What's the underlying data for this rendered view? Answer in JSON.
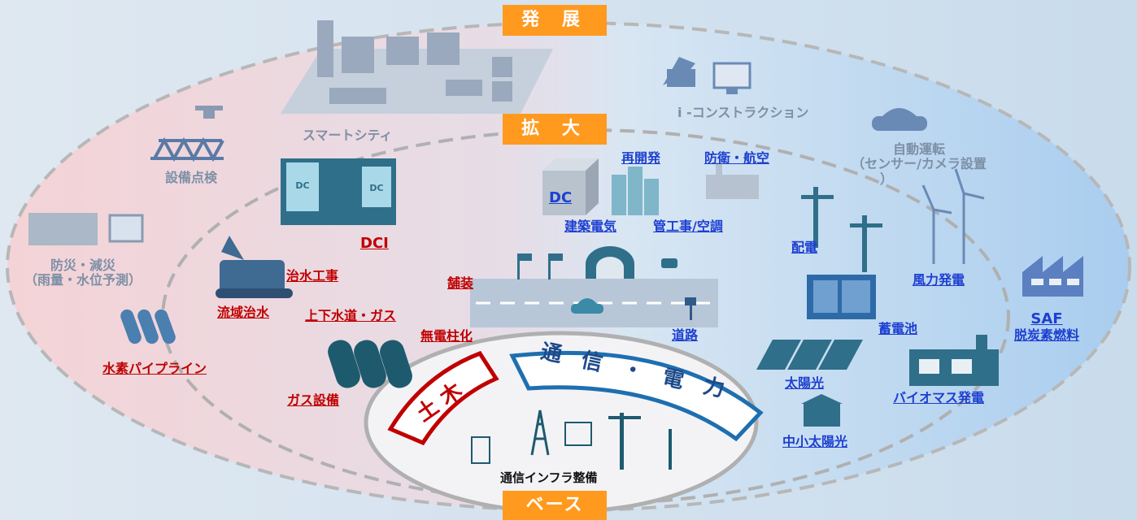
{
  "tiers": {
    "expand": "発 展",
    "extend": "拡 大",
    "base": "ベース"
  },
  "arcs": {
    "civil": "土 木",
    "telecom": "通 信 ・ 電 力"
  },
  "labels": {
    "smart_city": "スマートシティ",
    "equipment_inspection": "設備点検",
    "disaster_line1": "防災・減災",
    "disaster_line2": "（雨量・水位予測）",
    "i_construction": "i -コンストラクション",
    "auto_line1": "自動運転",
    "auto_line2": "（センサー/カメラ設置",
    "auto_line3": "）",
    "dci": "DCI",
    "flood_work": "治水工事",
    "basin_flood": "流域治水",
    "water_gas": "上下水道・ガス",
    "no_poles": "無電柱化",
    "hydrogen": "水素パイプライン",
    "gas_equipment": "ガス設備",
    "pavement": "舗装",
    "road": "道路",
    "dc": "DC",
    "redevelopment": "再開発",
    "defense": "防衛・航空",
    "building_elec": "建築電気",
    "pipe_hvac": "管工事/空調",
    "distribution": "配電",
    "wind": "風力発電",
    "battery": "蓄電池",
    "solar": "太陽光",
    "small_solar": "中小太陽光",
    "biomass": "バイオマス発電",
    "saf_line1": "SAF",
    "saf_line2": "脱炭素燃料",
    "telecom_infra": "通信インフラ整備"
  },
  "icons": [
    "drone-icon",
    "bridge-icon",
    "city-icon",
    "excavator-icon",
    "pipes-icon",
    "datacenter-icon",
    "tunnel-icon",
    "car-icon",
    "building-icon",
    "pole-icon",
    "wind-turbine-icon",
    "battery-icon",
    "solar-panel-icon",
    "factory-icon",
    "tower-icon"
  ],
  "colors": {
    "orange": "#ff9a1f",
    "red": "#c00000",
    "blue": "#1d3fd0",
    "steel": "#2f6f8a"
  }
}
